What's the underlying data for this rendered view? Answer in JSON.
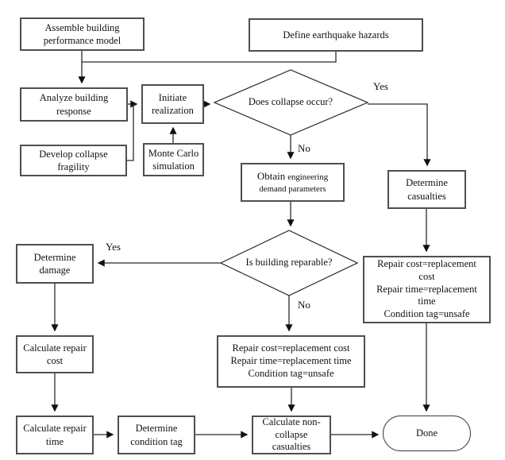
{
  "colors": {
    "background": "#ffffff",
    "node_border": "#4f4f4f",
    "line": "#2b2b2b",
    "text": "#111111"
  },
  "diagram": {
    "nodes": {
      "assemble": {
        "label": "Assemble building\nperformance model"
      },
      "define_hazards": {
        "label": "Define earthquake hazards"
      },
      "analyze": {
        "label": "Analyze building\nresponse"
      },
      "initiate": {
        "label": "Initiate\nrealization"
      },
      "develop_fragility": {
        "label": "Develop collapse\nfragility"
      },
      "monte_carlo": {
        "label": "Monte Carlo\nsimulation"
      },
      "collapse_decision": {
        "label": "Does collapse occur?"
      },
      "obtain_edp": {
        "lead": "Obtain",
        "rest1": "engineering",
        "rest2": "demand parameters"
      },
      "determine_casualties": {
        "label": "Determine\ncasualties"
      },
      "reparable_decision": {
        "label": "Is building reparable?"
      },
      "determine_damage": {
        "label": "Determine\ndamage"
      },
      "repair_unsafe_right": {
        "label": "Repair cost=replacement\ncost\nRepair time=replacement\ntime\nCondition tag=unsafe"
      },
      "calc_repair_cost": {
        "label": "Calculate repair\ncost"
      },
      "repair_unsafe_mid": {
        "label": "Repair cost=replacement cost\nRepair time=replacement time\nCondition tag=unsafe"
      },
      "calc_repair_time": {
        "label": "Calculate repair\ntime"
      },
      "determine_condition_tag": {
        "label": "Determine\ncondition tag"
      },
      "calc_noncollapse": {
        "label": "Calculate non-\ncollapse\ncasualties"
      },
      "done": {
        "label": "Done"
      }
    },
    "edge_labels": {
      "collapse_yes": "Yes",
      "collapse_no": "No",
      "reparable_yes": "Yes",
      "reparable_no": "No"
    }
  }
}
